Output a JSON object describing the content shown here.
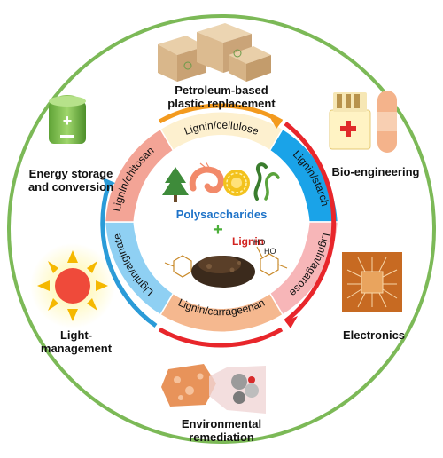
{
  "applications": {
    "plastic": "Petroleum-based\nplastic replacement",
    "bio": "Bio-engineering",
    "electronics": "Electronics",
    "environment": "Environmental\nremediation",
    "light": "Light-\nmanagement",
    "energy": "Energy storage\nand conversion"
  },
  "composites": {
    "cellulose": "Lignin/cellulose",
    "starch": "Lignin/starch",
    "agarose": "Lignin/agarose",
    "carrageenan": "Lignin/carrageenan",
    "alginate": "Lignin/alginate",
    "chitosan": "Lignin/chitosan"
  },
  "center": {
    "polysaccharides": "Polysaccharides",
    "plus": "+",
    "lignin": "Lignin",
    "ho1": "HO",
    "ho2": "HO"
  },
  "colors": {
    "outer_ring": "#7cb957",
    "seg_cellulose": "#fdf0cf",
    "seg_starch": "#1aa3e8",
    "seg_agarose": "#f7b6b8",
    "seg_carrageenan": "#f5b88f",
    "seg_alginate": "#8fd0f3",
    "seg_chitosan": "#f3a496",
    "arrow_orange": "#f39a1e",
    "arrow_red": "#e8262b",
    "arrow_blue": "#2a9bd8",
    "polysaccharides_text": "#1e73c8",
    "lignin_text": "#d2231f",
    "plus_green": "#4caf3a"
  },
  "icons": [
    "cardboard-boxes-icon",
    "first-aid-icon",
    "circuit-chip-icon",
    "particles-icon",
    "sun-icon",
    "battery-icon",
    "tree-icon",
    "shrimp-icon",
    "seaweed-icon",
    "starch-granule-icon",
    "lignin-powder-icon"
  ]
}
